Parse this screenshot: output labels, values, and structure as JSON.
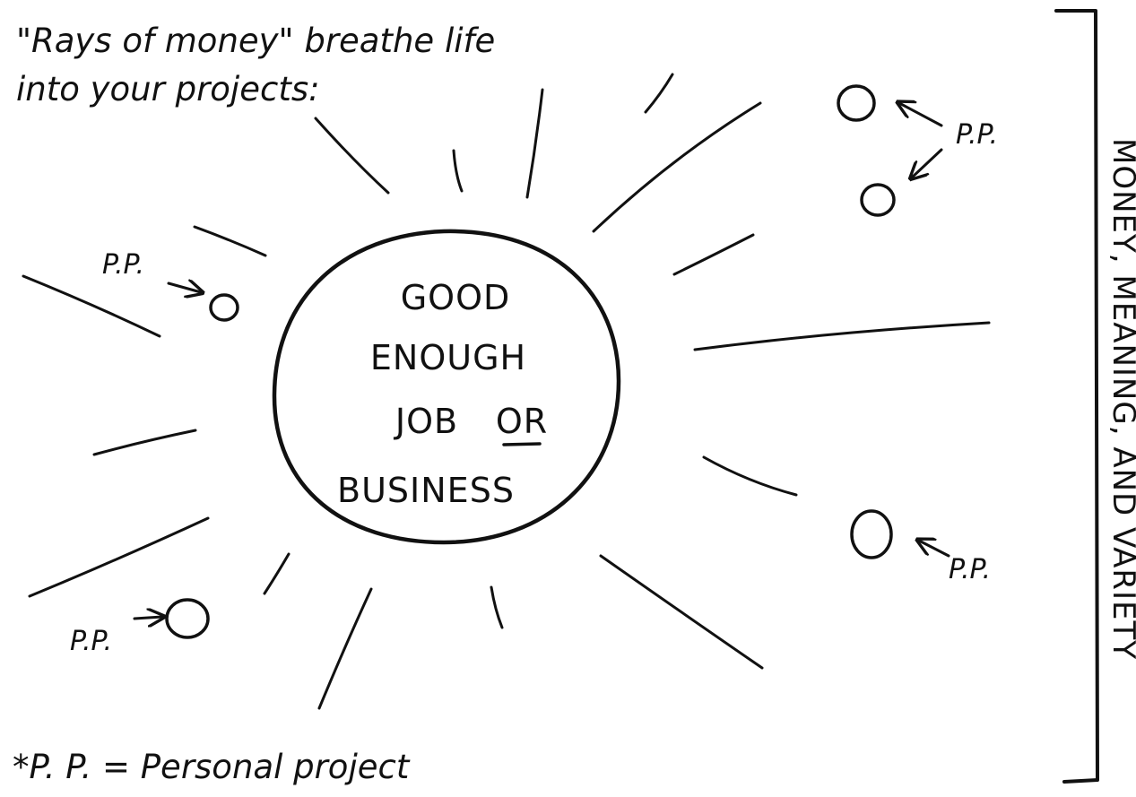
{
  "title": {
    "line1": "\"Rays of money\" breathe life",
    "line2": "into your projects:"
  },
  "center": {
    "lines": [
      "GOOD",
      "ENOUGH",
      "JOB",
      "OR",
      "BUSINESS"
    ]
  },
  "pp_label": "P.P.",
  "bracket_label": "MONEY, MEANING, AND VARIETY",
  "footnote": "*P. P. = Personal project",
  "colors": {
    "ink": "#111111",
    "paper": "#ffffff"
  }
}
